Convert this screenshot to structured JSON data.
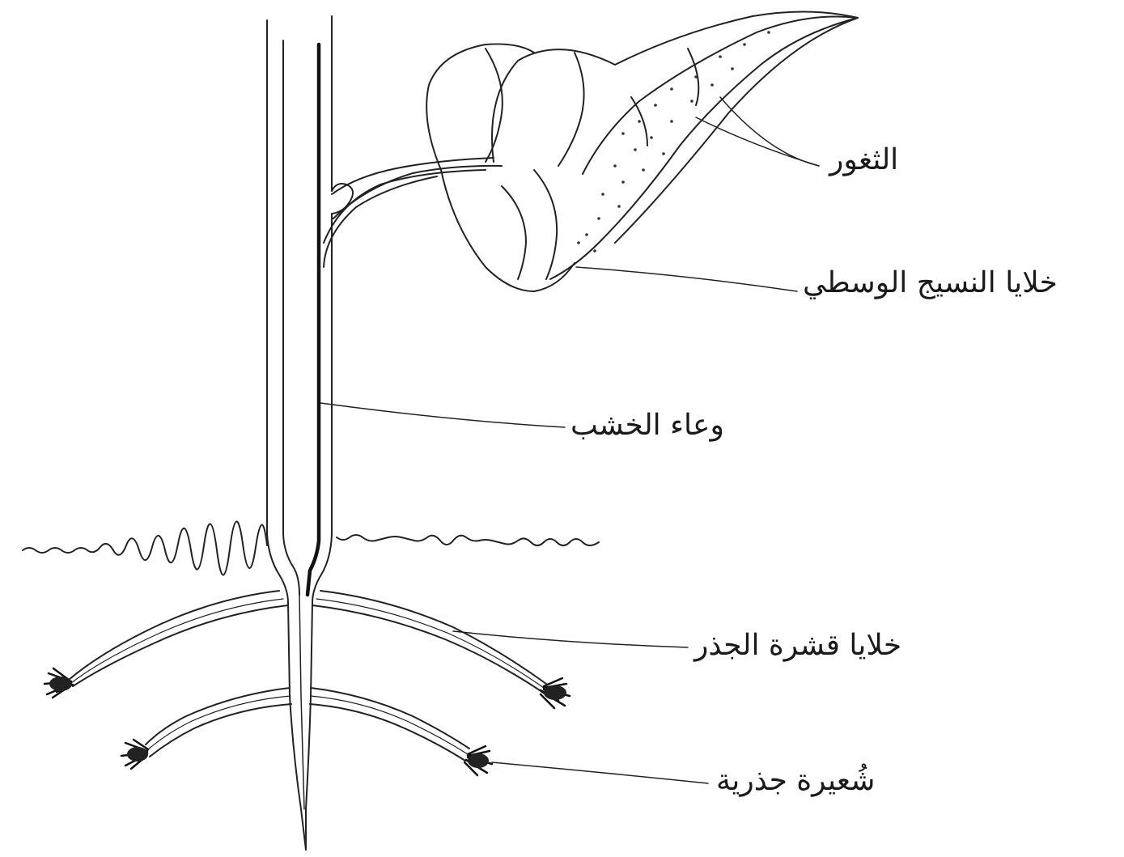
{
  "labels": {
    "stomata": "الثغور",
    "mesophyll": "خلايا النسيج الوسطي",
    "xylem": "وعاء الخشب",
    "root_cortex": "خلايا قشرة الجذر",
    "root_hair": "شُعيرة جذرية"
  }
}
